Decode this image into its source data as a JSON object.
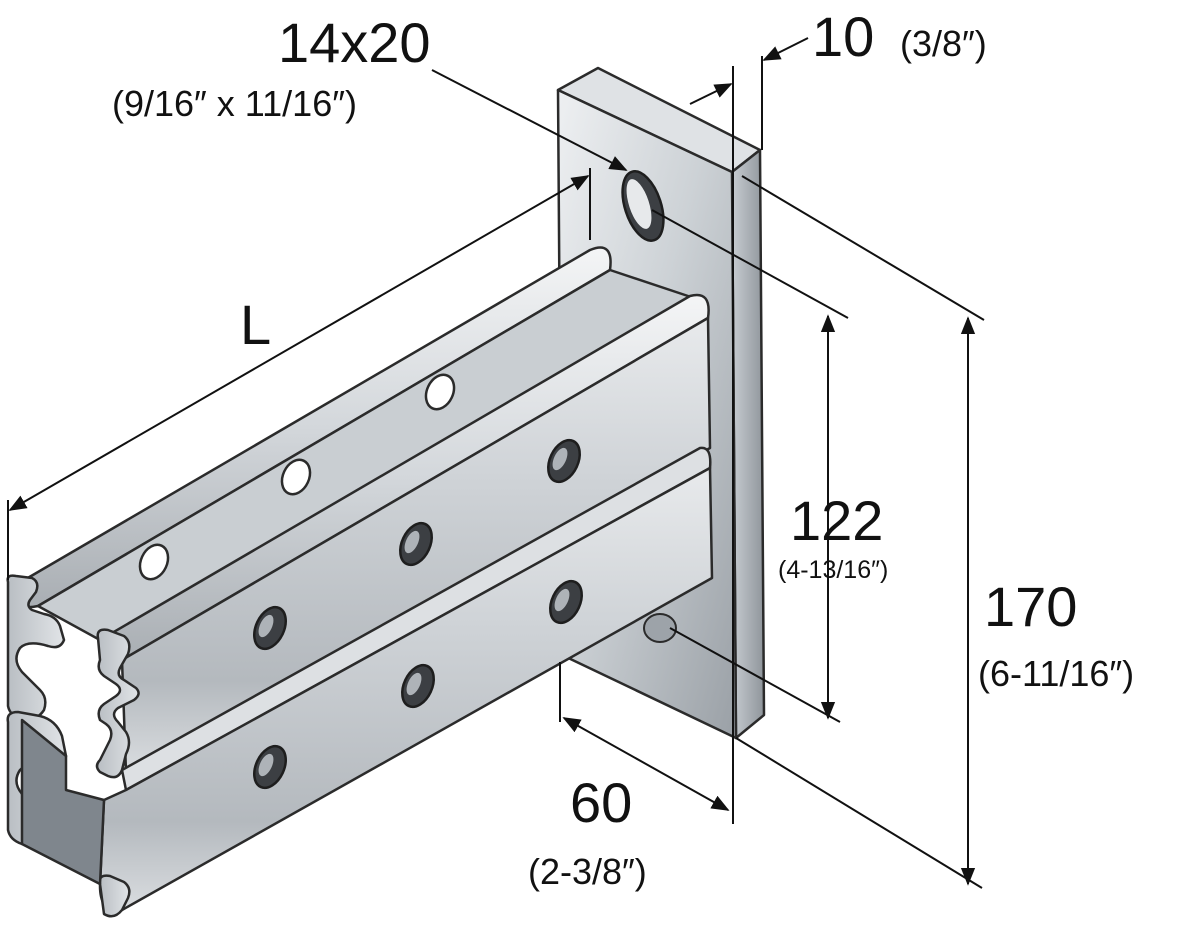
{
  "colors": {
    "metal_light": "#e4e7ea",
    "metal_mid": "#c3c8cd",
    "metal_dark": "#8d939a",
    "outline": "#2b2b2b",
    "hole": "#3c3f43",
    "dimension": "#111111"
  },
  "dimensions": {
    "slot": {
      "value": "14x20",
      "imperial": "(9/16″ x 11/16″)"
    },
    "thickness": {
      "value": "10",
      "imperial": "(3/8″)"
    },
    "length": {
      "value": "L"
    },
    "inner_height": {
      "value": "122",
      "imperial": "(4-13/16″)"
    },
    "outer_height": {
      "value": "170",
      "imperial": "(6-11/16″)"
    },
    "depth": {
      "value": "60",
      "imperial": "(2-3/8″)"
    }
  }
}
